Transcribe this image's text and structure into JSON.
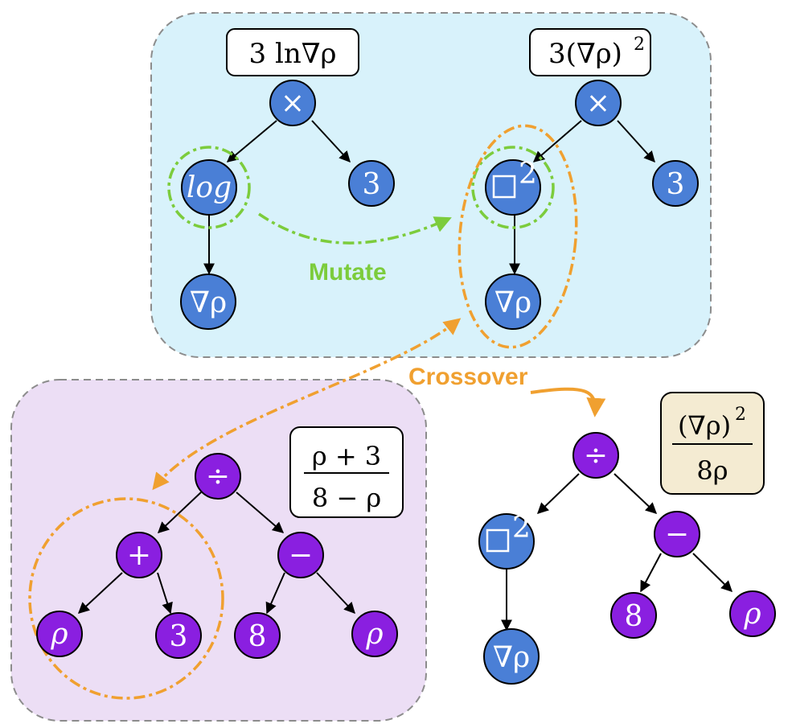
{
  "colors": {
    "blue_node": "#4a7fd6",
    "purple_node": "#8a1fe0",
    "blue_panel": "#d8f2fb",
    "purple_panel": "#ecdef5",
    "result_box": "#f4ebd2",
    "mutate": "#7ccc3c",
    "crossover": "#f0a030"
  },
  "labels": {
    "mutate": "Mutate",
    "crossover": "Crossover"
  },
  "boxes": {
    "log_tree_main": "3 ln∇ρ",
    "square_tree_main": "3(∇ρ)",
    "square_tree_exp": "2",
    "frac_tree_num": "ρ + 3",
    "frac_tree_den": "8 − ρ",
    "result_num_main": "(∇ρ)",
    "result_num_exp": "2",
    "result_den": "8ρ"
  },
  "nodes": {
    "t1_times": "×",
    "t1_log": "log",
    "t1_three": "3",
    "t1_gradrho": "∇ρ",
    "t2_times": "×",
    "t2_square_exp": "2",
    "t2_three": "3",
    "t2_gradrho": "∇ρ",
    "t3_div": "÷",
    "t3_plus": "+",
    "t3_minus": "−",
    "t3_rho1": "ρ",
    "t3_three": "3",
    "t3_eight": "8",
    "t3_rho2": "ρ",
    "r_div": "÷",
    "r_square_exp": "2",
    "r_minus": "−",
    "r_gradrho": "∇ρ",
    "r_eight": "8",
    "r_rho": "ρ"
  }
}
